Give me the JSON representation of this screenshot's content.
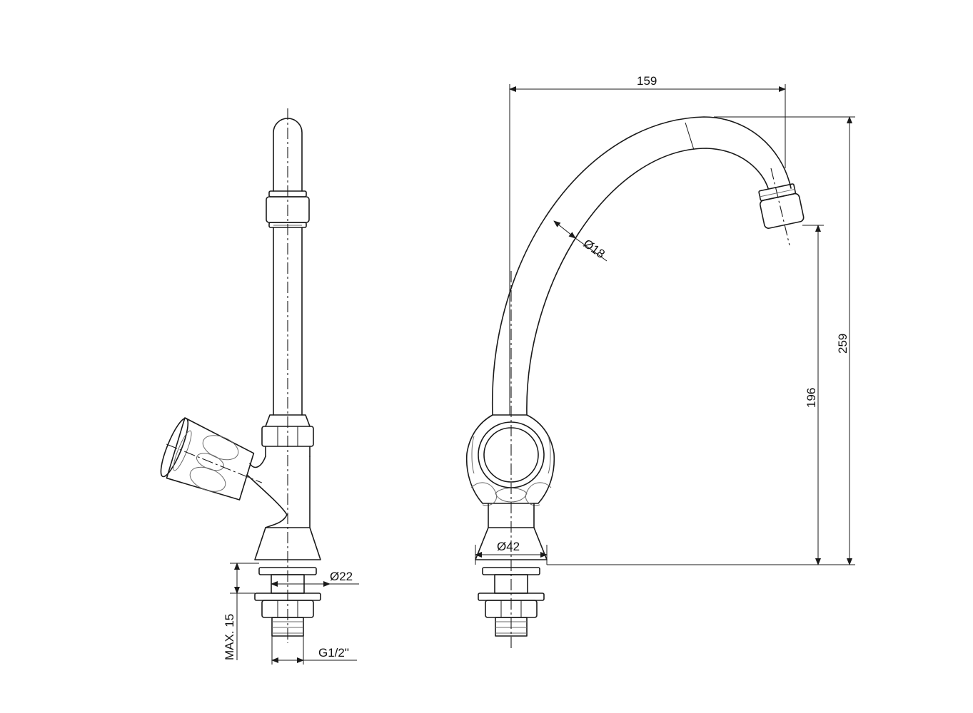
{
  "dimensions": {
    "spout_reach": "159",
    "overall_height": "259",
    "spout_outlet_height": "196",
    "spout_tube_diameter": "Ø18",
    "base_diameter": "Ø42",
    "mount_diameter": "Ø22",
    "max_counter_thickness": "MAX. 15",
    "thread_size": "G1/2\""
  },
  "colors": {
    "line": "#1a1a1a",
    "background": "#ffffff"
  }
}
